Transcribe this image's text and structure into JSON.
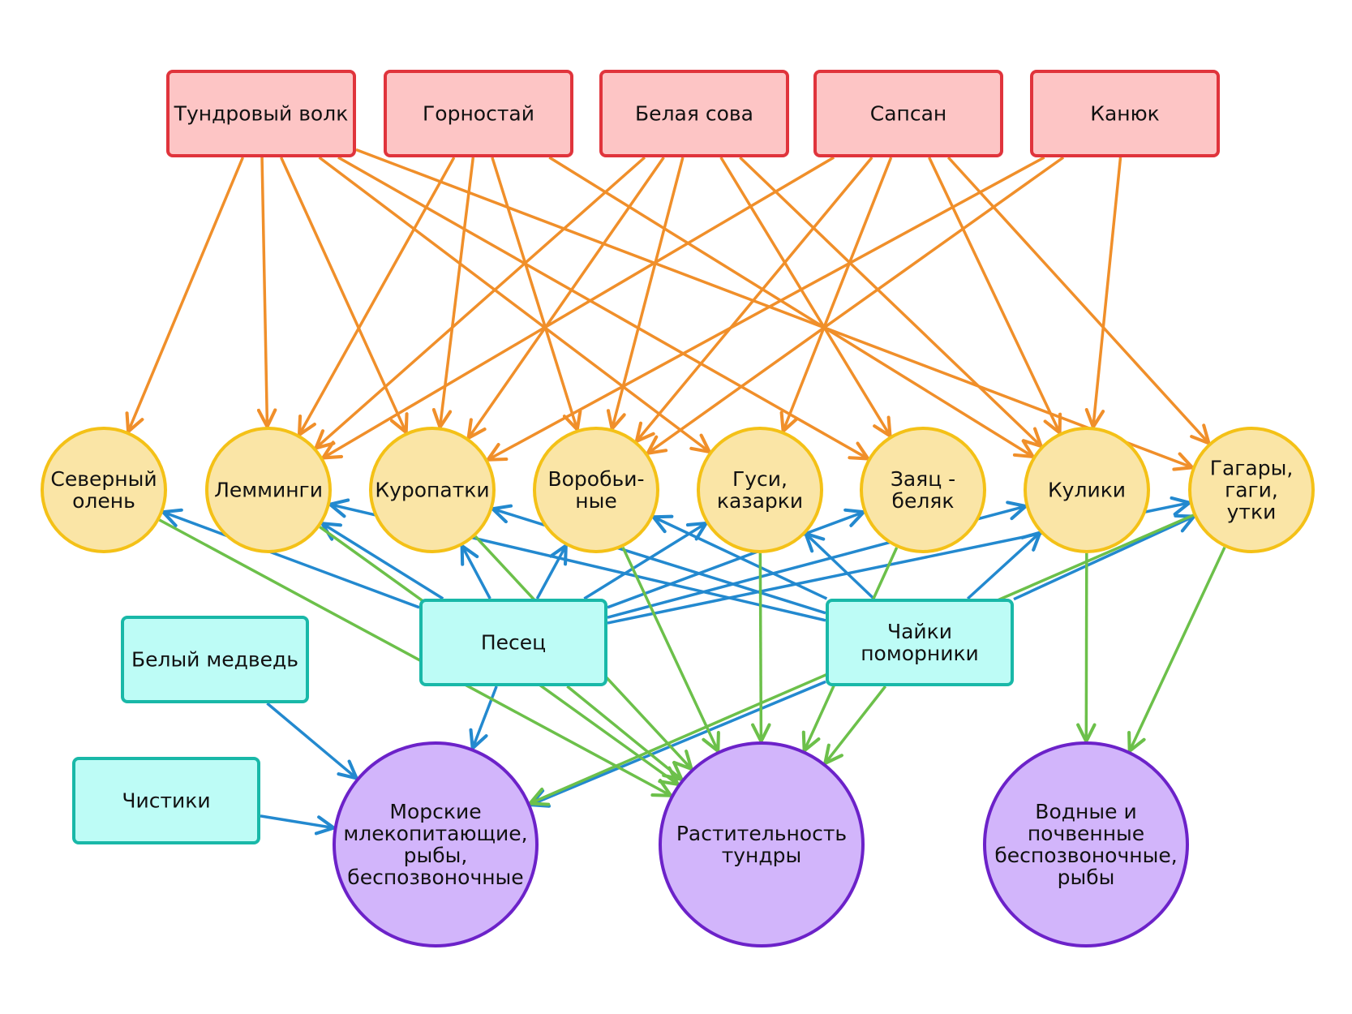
{
  "colors": {
    "predator_edge": "#f08f2a",
    "consumer_edge": "#2389cf",
    "herbivore_edge": "#6cc04a"
  },
  "predators": [
    {
      "id": "wolf",
      "label": "Тундровый волк"
    },
    {
      "id": "stoat",
      "label": "Горностай"
    },
    {
      "id": "owl",
      "label": "Белая сова"
    },
    {
      "id": "falcon",
      "label": "Сапсан"
    },
    {
      "id": "buzzard",
      "label": "Канюк"
    }
  ],
  "prey": [
    {
      "id": "reindeer",
      "lines": [
        "Северный",
        "олень"
      ]
    },
    {
      "id": "lemmings",
      "lines": [
        "Лемминги"
      ]
    },
    {
      "id": "ptarmigan",
      "lines": [
        "Куропатки"
      ]
    },
    {
      "id": "sparrows",
      "lines": [
        "Воробьи-",
        "ные"
      ]
    },
    {
      "id": "geese",
      "lines": [
        "Гуси,",
        "казарки"
      ]
    },
    {
      "id": "hare",
      "lines": [
        "Заяц -",
        "беляк"
      ]
    },
    {
      "id": "waders",
      "lines": [
        "Кулики"
      ]
    },
    {
      "id": "loons",
      "lines": [
        "Гагары,",
        "гаги,",
        "утки"
      ]
    }
  ],
  "consumers": [
    {
      "id": "fox",
      "lines": [
        "Песец"
      ]
    },
    {
      "id": "bear",
      "lines": [
        "Белый медведь"
      ]
    },
    {
      "id": "gulls",
      "lines": [
        "Чайки",
        "поморники"
      ]
    },
    {
      "id": "auks",
      "lines": [
        "Чистики"
      ]
    }
  ],
  "base": [
    {
      "id": "marine",
      "lines": [
        "Морские",
        "млекопитающие,",
        "рыбы,",
        "беспозвоночные"
      ]
    },
    {
      "id": "plants",
      "lines": [
        "Растительность",
        "тундры"
      ]
    },
    {
      "id": "aquatic",
      "lines": [
        "Водные и",
        "почвенные",
        "беспозвоночные,",
        "рыбы"
      ]
    }
  ],
  "edges": {
    "predation": [
      [
        "wolf",
        "reindeer"
      ],
      [
        "wolf",
        "lemmings"
      ],
      [
        "wolf",
        "ptarmigan"
      ],
      [
        "wolf",
        "geese"
      ],
      [
        "wolf",
        "hare"
      ],
      [
        "wolf",
        "loons"
      ],
      [
        "stoat",
        "lemmings"
      ],
      [
        "stoat",
        "ptarmigan"
      ],
      [
        "stoat",
        "sparrows"
      ],
      [
        "stoat",
        "waders"
      ],
      [
        "owl",
        "lemmings"
      ],
      [
        "owl",
        "ptarmigan"
      ],
      [
        "owl",
        "sparrows"
      ],
      [
        "owl",
        "hare"
      ],
      [
        "owl",
        "waders"
      ],
      [
        "falcon",
        "lemmings"
      ],
      [
        "falcon",
        "sparrows"
      ],
      [
        "falcon",
        "geese"
      ],
      [
        "falcon",
        "waders"
      ],
      [
        "falcon",
        "loons"
      ],
      [
        "buzzard",
        "ptarmigan"
      ],
      [
        "buzzard",
        "sparrows"
      ],
      [
        "buzzard",
        "waders"
      ]
    ],
    "consumer": [
      [
        "fox",
        "reindeer"
      ],
      [
        "fox",
        "lemmings"
      ],
      [
        "fox",
        "ptarmigan"
      ],
      [
        "fox",
        "sparrows"
      ],
      [
        "fox",
        "geese"
      ],
      [
        "fox",
        "hare"
      ],
      [
        "fox",
        "waders"
      ],
      [
        "fox",
        "loons"
      ],
      [
        "fox",
        "marine"
      ],
      [
        "gulls",
        "lemmings"
      ],
      [
        "gulls",
        "ptarmigan"
      ],
      [
        "gulls",
        "sparrows"
      ],
      [
        "gulls",
        "geese"
      ],
      [
        "gulls",
        "waders"
      ],
      [
        "gulls",
        "loons"
      ],
      [
        "gulls",
        "marine"
      ],
      [
        "bear",
        "marine"
      ],
      [
        "auks",
        "marine"
      ]
    ],
    "herbivory": [
      [
        "reindeer",
        "plants"
      ],
      [
        "lemmings",
        "plants"
      ],
      [
        "ptarmigan",
        "plants"
      ],
      [
        "sparrows",
        "plants"
      ],
      [
        "geese",
        "plants"
      ],
      [
        "hare",
        "plants"
      ],
      [
        "waders",
        "aquatic"
      ],
      [
        "loons",
        "aquatic"
      ],
      [
        "loons",
        "marine"
      ],
      [
        "fox",
        "plants"
      ],
      [
        "gulls",
        "plants"
      ]
    ]
  }
}
